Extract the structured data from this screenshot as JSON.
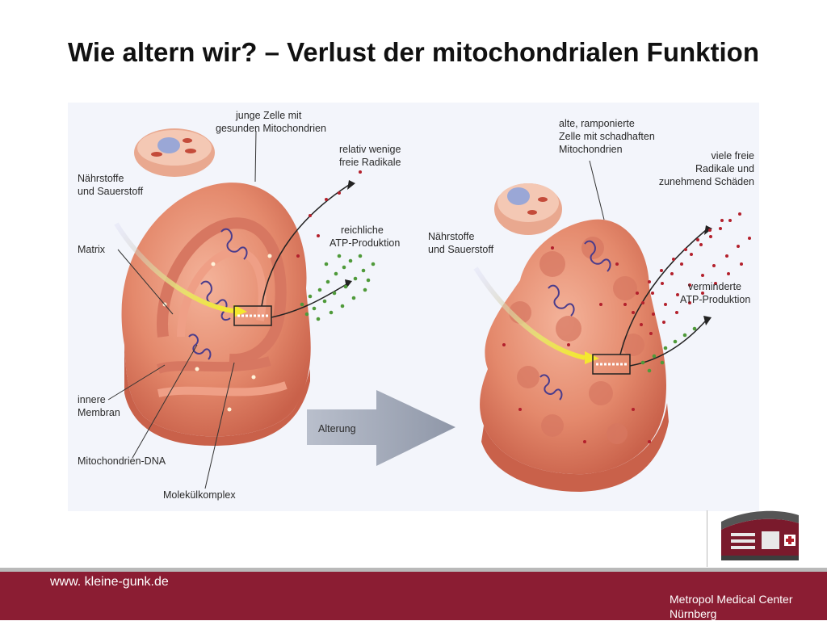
{
  "slide": {
    "title": "Wie altern wir? – Verlust der mitochondrialen Funktion"
  },
  "figure": {
    "left": {
      "cell_label_line1": "junge Zelle mit",
      "cell_label_line2": "gesunden Mitochondrien",
      "radicals_line1": "relativ wenige",
      "radicals_line2": "freie Radikale",
      "nutrients_line1": "Nährstoffe",
      "nutrients_line2": "und Sauerstoff",
      "atp_line1": "reichliche",
      "atp_line2": "ATP-Produktion",
      "matrix": "Matrix",
      "inner_membrane_line1": "innere",
      "inner_membrane_line2": "Membran",
      "mtdna": "Mitochondrien-DNA",
      "complex": "Molekülkomplex"
    },
    "arrow_label": "Alterung",
    "right": {
      "cell_label_line1": "alte, ramponierte",
      "cell_label_line2": "Zelle mit schadhaften",
      "cell_label_line3": "Mitochondrien",
      "radicals_line1": "viele freie",
      "radicals_line2": "Radikale und",
      "radicals_line3": "zunehmend Schäden",
      "nutrients_line1": "Nährstoffe",
      "nutrients_line2": "und Sauerstoff",
      "atp_line1": "verminderte",
      "atp_line2": "ATP-Produktion"
    },
    "colors": {
      "membrane": "#e4896c",
      "membrane_dark": "#c9614a",
      "radical": "#b3202c",
      "atp": "#4f9a3a",
      "input_arrow": "#f2e43a"
    }
  },
  "footer": {
    "website": "www. kleine-gunk.de",
    "company_line1": "Metropol Medical Center",
    "company_line2": "Nürnberg",
    "bar_color": "#8b1d33"
  }
}
